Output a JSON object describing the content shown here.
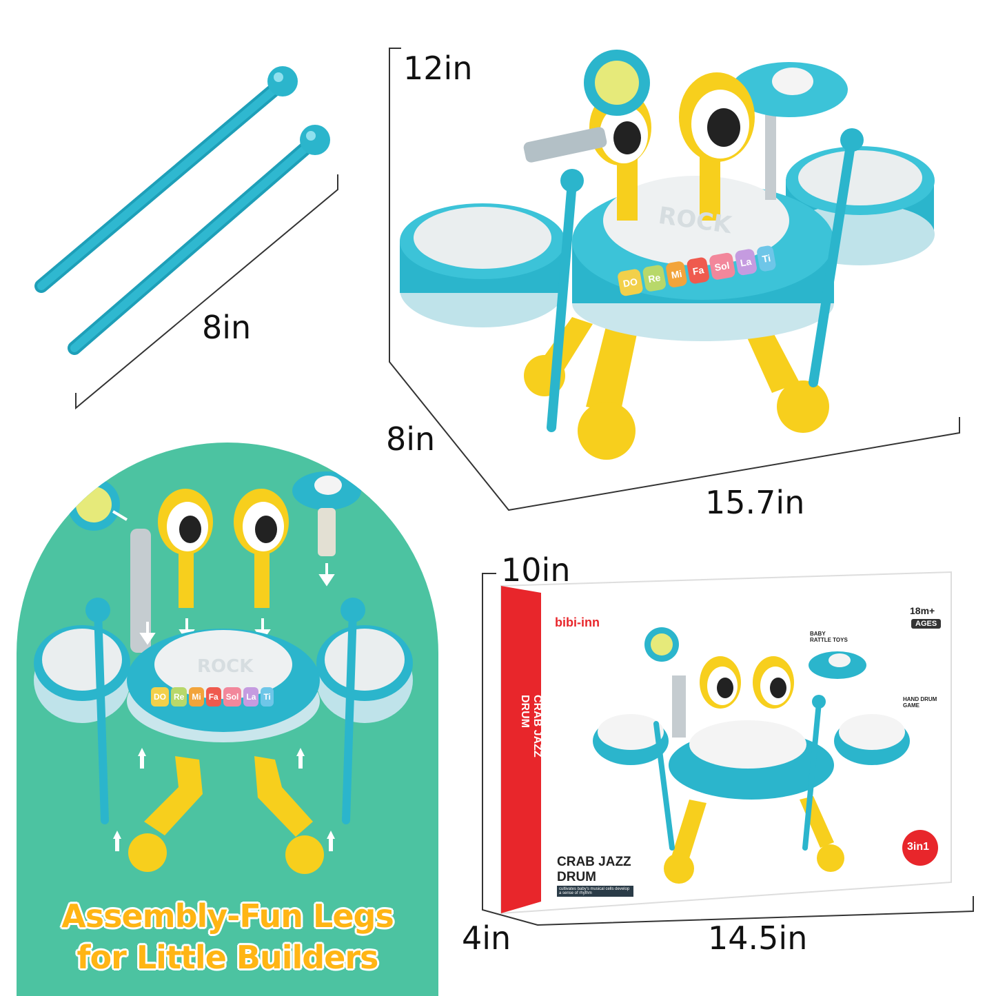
{
  "dimensions": {
    "sticks_length": "8in",
    "product_height": "12in",
    "product_depth": "8in",
    "product_width": "15.7in",
    "box_height": "10in",
    "box_depth": "4in",
    "box_width": "14.5in"
  },
  "assembly_caption": {
    "line1": "Assembly-Fun Legs",
    "line2": "for Little Builders"
  },
  "drum_keys": [
    "DO",
    "Re",
    "Mi",
    "Fa",
    "Sol",
    "La",
    "Ti"
  ],
  "drum_label": "ROCK",
  "box": {
    "brand": "bibi-inn",
    "age_top": "18m+",
    "age_bottom": "AGES",
    "side_title": "CRAB JAZZ DRUM",
    "title_line1": "CRAB JAZZ",
    "title_line2": "DRUM",
    "tagline": "cultivates baby's musical cells develop a sense of rhythm",
    "callout1": "BABY RATTLE TOYS",
    "callout2": "HAND DRUM GAME",
    "badge": "3in1"
  },
  "colors": {
    "teal": "#2bb5cc",
    "yellow": "#f7cf1d",
    "green_panel": "#4cc3a1",
    "caption": "#ffb514",
    "box_red": "#e8262b"
  }
}
